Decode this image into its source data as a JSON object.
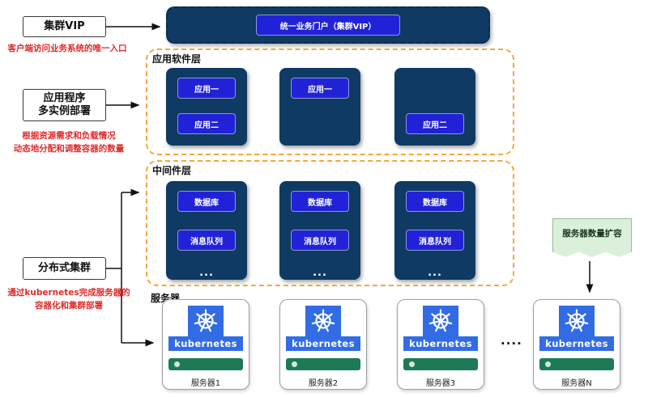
{
  "left": {
    "vip_label": "集群VIP",
    "vip_note": "客户端访问业务系统的唯一入口",
    "app_label_line1": "应用程序",
    "app_label_line2": "多实例部署",
    "app_note_line1": "根据资源需求和负载情况",
    "app_note_line2": "动态地分配和调整容器的数量",
    "cluster_label": "分布式集群",
    "cluster_note_line1": "通过kubernetes完成服务器的",
    "cluster_note_line2": "容器化和集群部署"
  },
  "portal": {
    "label": "统一业务门户（集群VIP）"
  },
  "app_layer": {
    "title": "应用软件层",
    "groups": [
      {
        "slots": [
          "应用一",
          "应用二"
        ]
      },
      {
        "slots": [
          "应用一"
        ]
      },
      {
        "slots": [
          "应用二"
        ]
      }
    ]
  },
  "middleware_layer": {
    "title": "中间件层",
    "groups": [
      {
        "database": "数据库",
        "queue": "消息队列",
        "more": "..."
      },
      {
        "database": "数据库",
        "queue": "消息队列",
        "more": "..."
      },
      {
        "database": "数据库",
        "queue": "消息队列",
        "more": "..."
      }
    ]
  },
  "server_layer": {
    "title": "服务器",
    "kubernetes_label": "kubernetes",
    "servers": [
      "服务器1",
      "服务器2",
      "服务器3",
      "服务器N"
    ],
    "ellipsis": "...."
  },
  "scale_note": {
    "label": "服务器数量扩容"
  },
  "colors": {
    "navy": "#0e3a63",
    "bright_blue": "#2122d8",
    "dashed_orange": "#f5a83a",
    "note_red": "#e02a2a",
    "k8s_blue": "#326ce5",
    "server_green": "#1e7a56",
    "note_green": "#daf0da"
  }
}
